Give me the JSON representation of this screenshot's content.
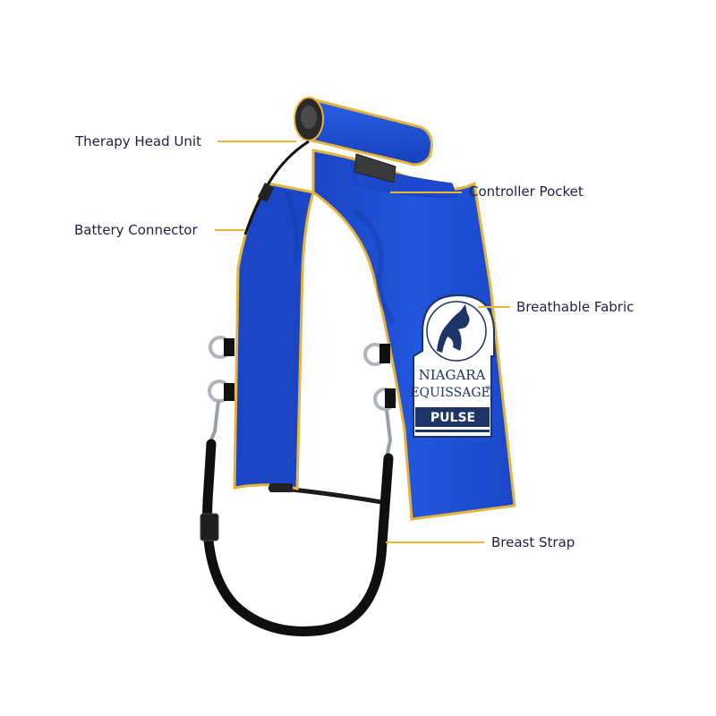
{
  "labels": {
    "therapy_head": "Therapy Head Unit",
    "controller_pocket": "Controller Pocket",
    "battery_connector": "Battery Connector",
    "breathable_fabric": "Breathable Fabric",
    "breast_strap": "Breast Strap"
  },
  "logo": {
    "brand_line1": "NIAGARA",
    "brand_line2": "EQUISSAGE",
    "registered": "®",
    "badge": "PULSE"
  },
  "colors": {
    "blanket_blue": "#1d4fd6",
    "blanket_shadow": "#1540b8",
    "trim_gold": "#e6b33b",
    "strap_black": "#111111",
    "logo_navy": "#1c3466",
    "label_text": "#1f1f4a",
    "leader_line": "#e8b43a"
  }
}
